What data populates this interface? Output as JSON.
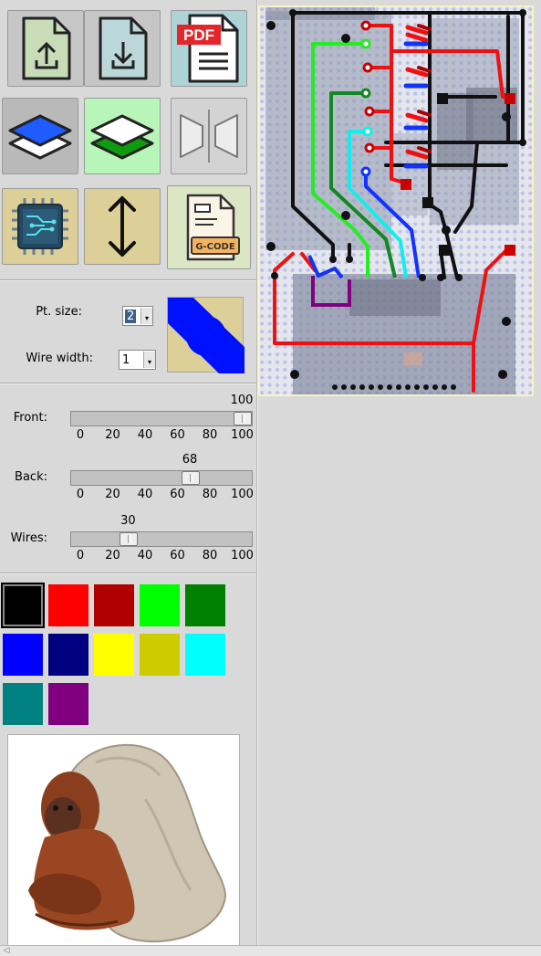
{
  "toolbar": {
    "buttons": [
      {
        "name": "import-button",
        "icon": "file-upload-icon"
      },
      {
        "name": "export-button",
        "icon": "file-download-icon"
      },
      {
        "name": "pdf-export-button",
        "icon": "pdf-icon",
        "badge": "PDF"
      },
      {
        "name": "front-layer-button",
        "icon": "layer-blue-icon"
      },
      {
        "name": "back-layer-button",
        "icon": "layer-green-icon"
      },
      {
        "name": "mirror-button",
        "icon": "mirror-icon"
      },
      {
        "name": "chip-button",
        "icon": "chip-icon"
      },
      {
        "name": "flip-button",
        "icon": "vertical-arrow-icon"
      },
      {
        "name": "gcode-button",
        "icon": "gcode-file-icon",
        "badge": "G-CODE"
      }
    ]
  },
  "settings": {
    "pt_size_label": "Pt. size:",
    "pt_size_value": "2",
    "wire_width_label": "Wire width:",
    "wire_width_value": "1",
    "preview_icon": "wire-preview-icon"
  },
  "sliders": [
    {
      "label": "Front:",
      "value": "100",
      "fraction": 1.0
    },
    {
      "label": "Back:",
      "value": "68",
      "fraction": 0.68
    },
    {
      "label": "Wires:",
      "value": "30",
      "fraction": 0.3
    }
  ],
  "tick_labels": [
    "0",
    "20",
    "40",
    "60",
    "80",
    "100"
  ],
  "palette": {
    "selected": "#000000",
    "colors": [
      "#000000",
      "#ff0000",
      "#b00000",
      "#00ff00",
      "#008000",
      "#0000ff",
      "#000080",
      "#ffff00",
      "#cccc00",
      "#00ffff",
      "#008080",
      "#800080"
    ]
  },
  "mascot": {
    "icon": "orangutan-mascot"
  },
  "board": {
    "icon": "pcb-layout-canvas"
  },
  "scrollbar": {
    "left_arrow": "◁"
  }
}
